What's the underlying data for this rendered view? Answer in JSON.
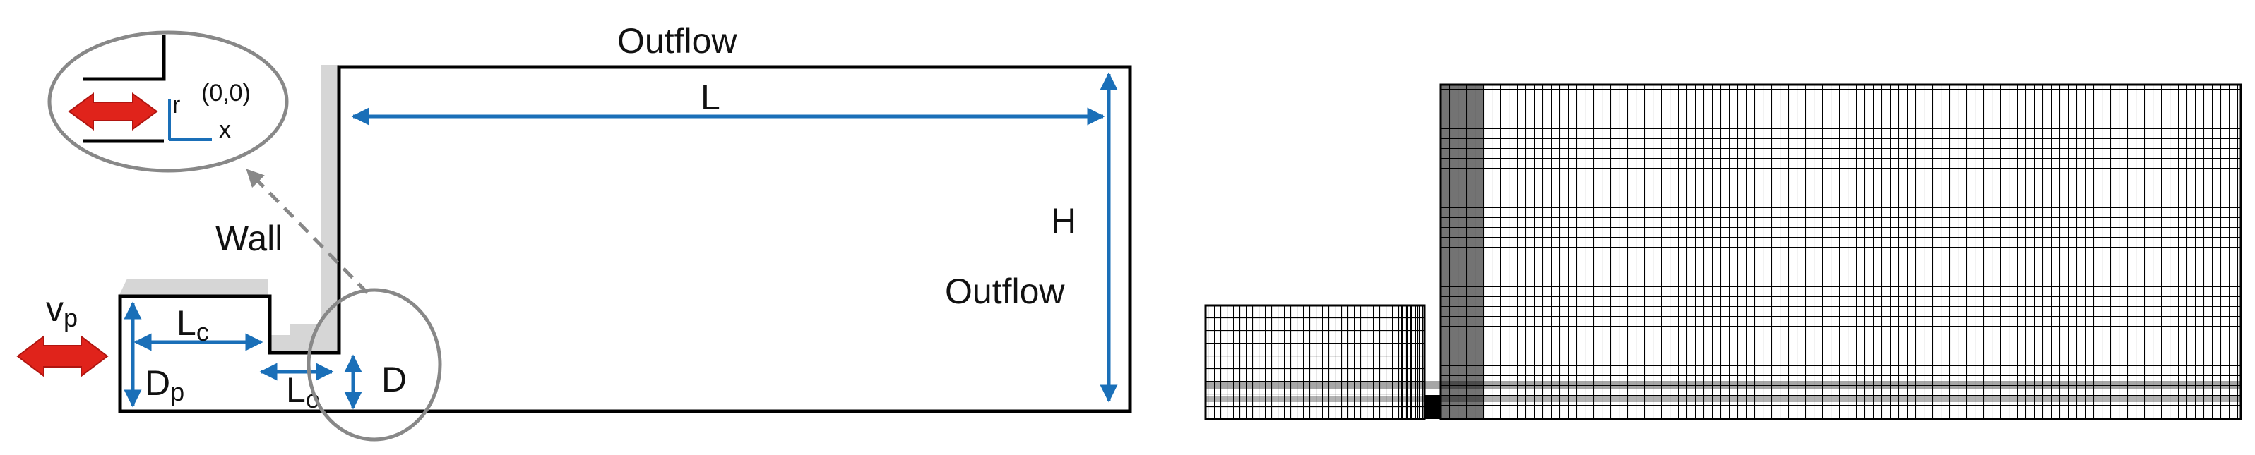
{
  "labels": {
    "outflow_top": "Outflow",
    "outflow_right": "Outflow",
    "wall": "Wall",
    "L": "L",
    "H": "H",
    "D": "D",
    "vp_main": "v",
    "vp_sub": "p",
    "Lc_main": "L",
    "Lc_sub": "c",
    "Lo_main": "L",
    "Lo_sub": "o",
    "Dp_main": "D",
    "Dp_sub": "p",
    "inset_r": "r",
    "inset_x": "x",
    "inset_origin": "(0,0)"
  },
  "colors": {
    "dimension_arrow": "#1a6fb8",
    "piston_arrow": "#e0231b",
    "wall_shade": "#d6d6d6",
    "inset_outline": "#888888",
    "geometry": "#000000"
  }
}
